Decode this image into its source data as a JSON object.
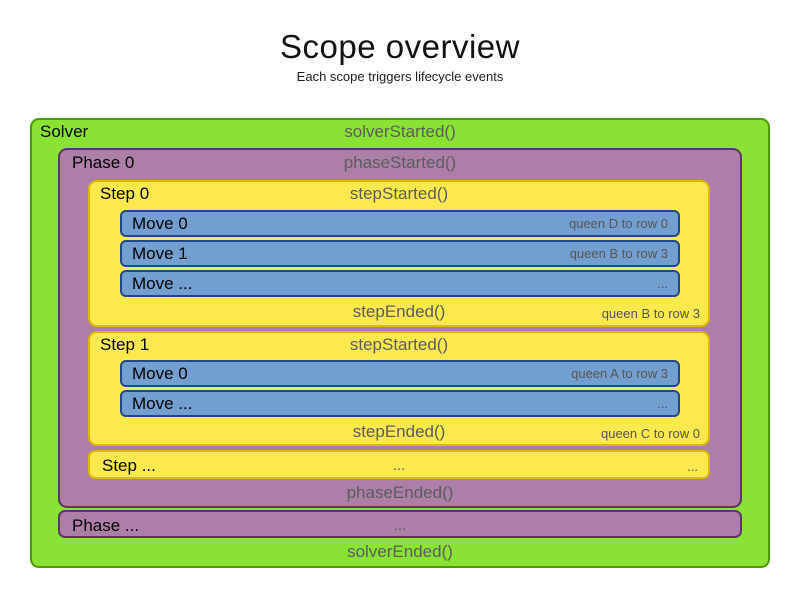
{
  "title": "Scope overview",
  "subtitle": "Each scope triggers lifecycle events",
  "colors": {
    "solver_green": "#8ae234",
    "solver_border": "#4e9a06",
    "phase_purple": "#ad7fa8",
    "phase_border": "#5c3566",
    "step_yellow": "#fce94f",
    "step_border": "#dcb800",
    "move_blue": "#729fcf",
    "move_border": "#204a87",
    "event_text": "#5c5c5c",
    "annotation_text": "#555555"
  },
  "solver": {
    "label": "Solver",
    "started": "solverStarted()",
    "ended": "solverEnded()",
    "phase0": {
      "label": "Phase 0",
      "started": "phaseStarted()",
      "ended": "phaseEnded()",
      "step0": {
        "label": "Step 0",
        "started": "stepStarted()",
        "ended": "stepEnded()",
        "ended_annotation": "queen B to row 3",
        "moves": [
          {
            "label": "Move 0",
            "annotation": "queen D to row 0"
          },
          {
            "label": "Move 1",
            "annotation": "queen B to row 3"
          },
          {
            "label": "Move ...",
            "annotation": "..."
          }
        ]
      },
      "step1": {
        "label": "Step 1",
        "started": "stepStarted()",
        "ended": "stepEnded()",
        "ended_annotation": "queen C to row 0",
        "moves": [
          {
            "label": "Move 0",
            "annotation": "queen A to row 3"
          },
          {
            "label": "Move ...",
            "annotation": "..."
          }
        ]
      },
      "step_more": {
        "label": "Step ...",
        "center_ellipsis": "...",
        "right_ellipsis": "..."
      }
    },
    "phase_more": {
      "label": "Phase ...",
      "center_ellipsis": "..."
    }
  }
}
